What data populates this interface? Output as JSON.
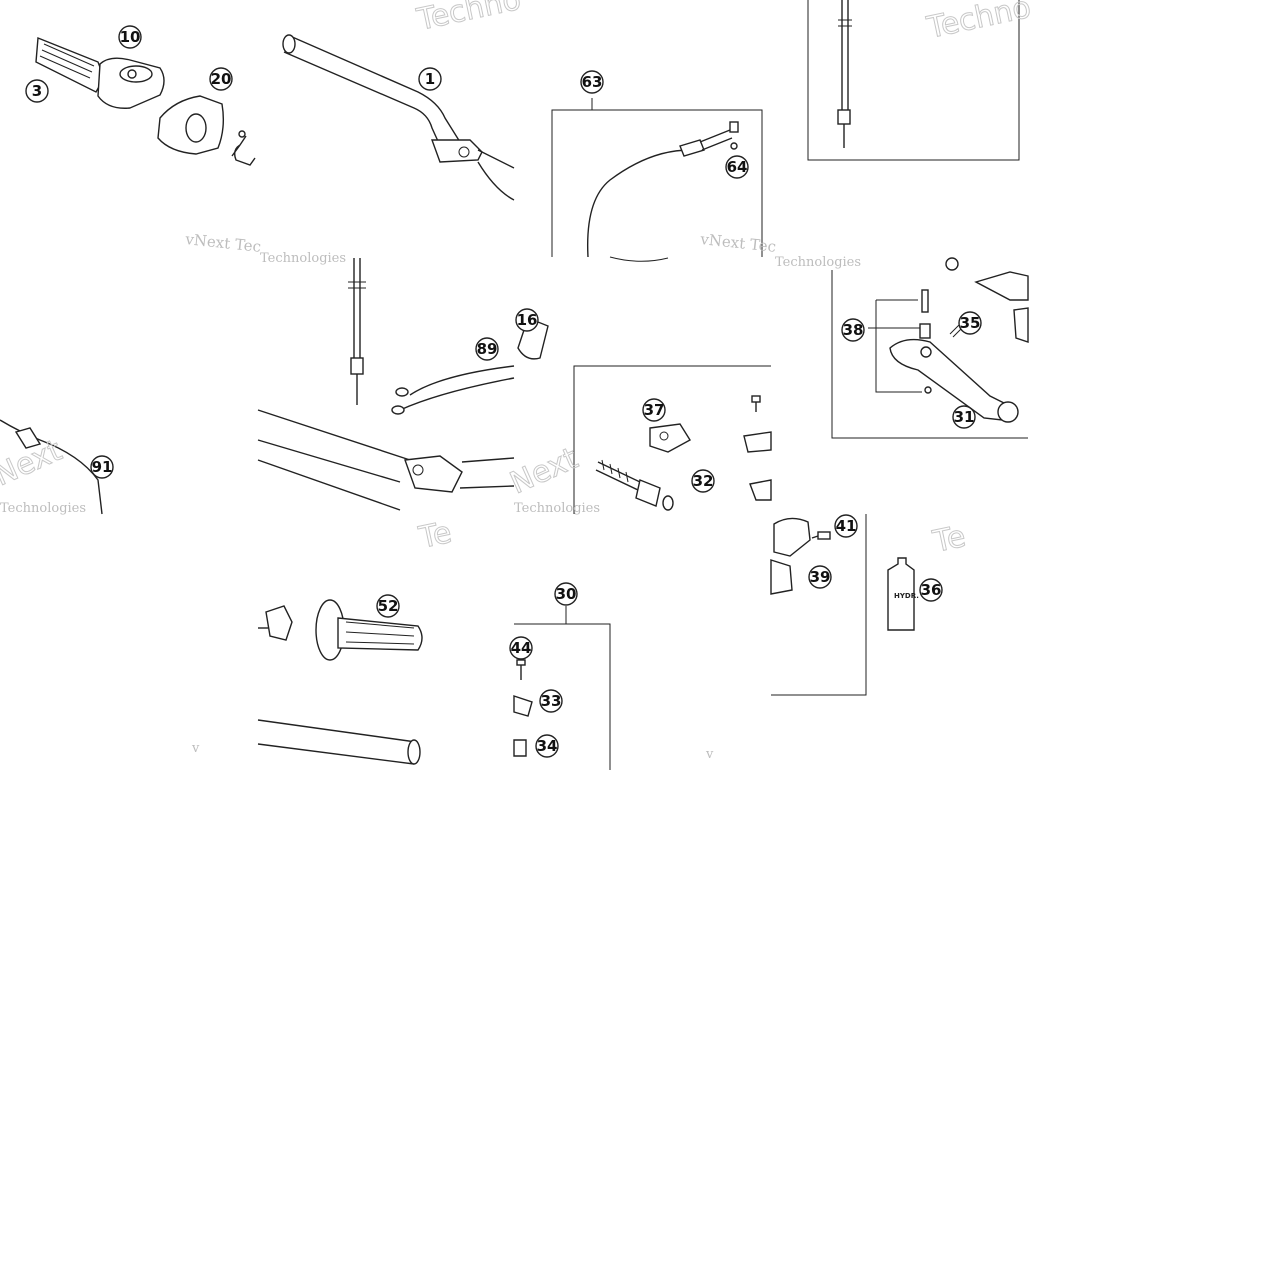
{
  "callouts": [
    {
      "id": "c3",
      "label": "3"
    },
    {
      "id": "c10",
      "label": "10"
    },
    {
      "id": "c20",
      "label": "20"
    },
    {
      "id": "c1",
      "label": "1"
    },
    {
      "id": "c63",
      "label": "63"
    },
    {
      "id": "c64",
      "label": "64"
    },
    {
      "id": "c16",
      "label": "16"
    },
    {
      "id": "c89",
      "label": "89"
    },
    {
      "id": "c91",
      "label": "91"
    },
    {
      "id": "c37",
      "label": "37"
    },
    {
      "id": "c32",
      "label": "32"
    },
    {
      "id": "c38",
      "label": "38"
    },
    {
      "id": "c35",
      "label": "35"
    },
    {
      "id": "c31",
      "label": "31"
    },
    {
      "id": "c41",
      "label": "41"
    },
    {
      "id": "c39",
      "label": "39"
    },
    {
      "id": "c36",
      "label": "36"
    },
    {
      "id": "c52",
      "label": "52"
    },
    {
      "id": "c30",
      "label": "30"
    },
    {
      "id": "c44",
      "label": "44"
    },
    {
      "id": "c33",
      "label": "33"
    },
    {
      "id": "c34",
      "label": "34"
    }
  ],
  "watermarks": {
    "brand_short": "vNext Tec",
    "brand_full": "vNext Technologies",
    "technologies": "Technologies",
    "techno": "Techno",
    "te": "Te",
    "next": "Next",
    "v": "v"
  },
  "labels": {
    "oil_bottle": "HYDR. ÖL"
  }
}
